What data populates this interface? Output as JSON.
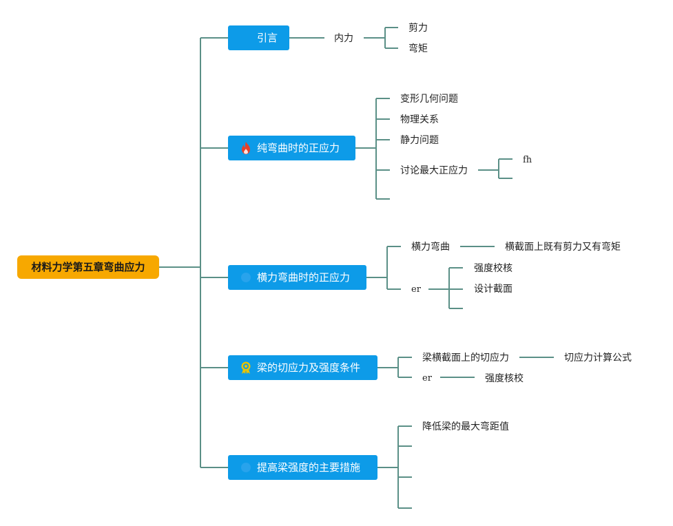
{
  "root": {
    "label": "材料力学第五章弯曲应力"
  },
  "branches": [
    {
      "label": "引言",
      "icon": "none",
      "children": [
        {
          "label": "内力",
          "children": [
            {
              "label": "剪力"
            },
            {
              "label": "弯矩"
            }
          ]
        }
      ]
    },
    {
      "label": "纯弯曲时的正应力",
      "icon": "fire-icon",
      "children": [
        {
          "label": "变形几何问题"
        },
        {
          "label": "物理关系"
        },
        {
          "label": "静力问题"
        },
        {
          "label": "讨论最大正应力",
          "children": [
            {
              "label": "fh"
            },
            {
              "label": ""
            }
          ]
        },
        {
          "label": ""
        }
      ]
    },
    {
      "label": "横力弯曲时的正应力",
      "icon": "faded-icon",
      "children": [
        {
          "label": "横力弯曲",
          "children": [
            {
              "label": "横截面上既有剪力又有弯矩"
            }
          ]
        },
        {
          "label": "er",
          "children": [
            {
              "label": "强度校核"
            },
            {
              "label": "设计截面"
            },
            {
              "label": ""
            }
          ]
        }
      ]
    },
    {
      "label": "梁的切应力及强度条件",
      "icon": "award-ribbon-icon",
      "children": [
        {
          "label": "梁横截面上的切应力",
          "children": [
            {
              "label": "切应力计算公式"
            }
          ]
        },
        {
          "label": "er",
          "children": [
            {
              "label": "强度核校"
            }
          ]
        }
      ]
    },
    {
      "label": "提高梁强度的主要措施",
      "icon": "faded-icon",
      "children": [
        {
          "label": "降低梁的最大弯距值"
        },
        {
          "label": ""
        },
        {
          "label": ""
        },
        {
          "label": ""
        }
      ]
    }
  ],
  "colors": {
    "connector": "#5a8f86",
    "branch_fill": "#0d9be8",
    "root_fill": "#f7a800"
  }
}
